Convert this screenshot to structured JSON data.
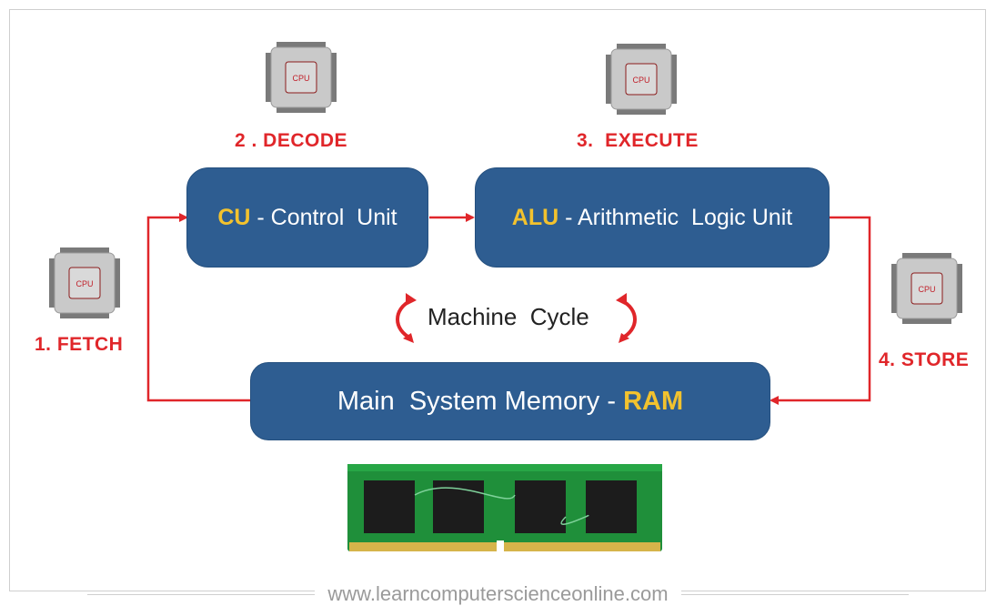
{
  "steps": {
    "fetch": "1. FETCH",
    "decode": "2 . DECODE",
    "execute": "3.  EXECUTE",
    "store": "4. STORE"
  },
  "cu_box": {
    "abbr": "CU",
    "rest": " - Control  Unit"
  },
  "alu_box": {
    "abbr": "ALU",
    "rest": " - Arithmetic  Logic Unit"
  },
  "ram_box": {
    "main": "Main  System Memory - ",
    "abbr": "RAM"
  },
  "cycle_label": "Machine  Cycle",
  "cpu_chip_label": "CPU",
  "watermark": "www.learncomputerscienceonline.com",
  "colors": {
    "box": "#2e5d91",
    "highlight": "#f2c22e",
    "step": "#e0262a",
    "arrow": "#e0262a"
  }
}
